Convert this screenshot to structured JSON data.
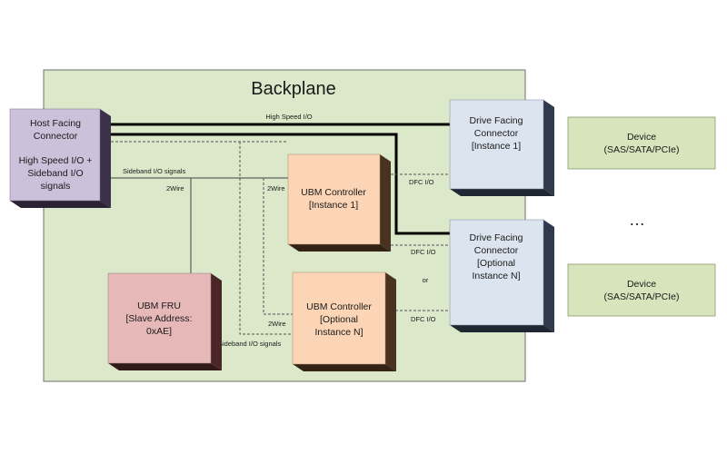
{
  "backplane": {
    "title": "Backplane"
  },
  "host_connector": {
    "lines": [
      "Host Facing",
      "Connector",
      "",
      "High Speed I/O +",
      "Sideband I/O",
      "signals"
    ]
  },
  "drive_connector_1": {
    "lines": [
      "Drive Facing",
      "Connector",
      "[Instance 1]"
    ]
  },
  "drive_connector_n": {
    "lines": [
      "Drive Facing",
      "Connector",
      "[Optional",
      "Instance N]"
    ]
  },
  "ubm_controller_1": {
    "lines": [
      "UBM Controller",
      "[Instance 1]"
    ]
  },
  "ubm_controller_n": {
    "lines": [
      "UBM Controller",
      "[Optional",
      "Instance N]"
    ]
  },
  "ubm_fru": {
    "lines": [
      "UBM FRU",
      "[Slave Address:",
      "0xAE]"
    ]
  },
  "device_1": {
    "lines": [
      "Device",
      "(SAS/SATA/PCIe)"
    ]
  },
  "device_n": {
    "lines": [
      "Device",
      "(SAS/SATA/PCIe)"
    ]
  },
  "ellipsis": "…",
  "labels": {
    "high_speed_io": "High Speed I/O",
    "sideband_top": "Sideband I/O signals",
    "sideband_bottom": "Sideband I/O signals",
    "two_wire_fru": "2Wire",
    "two_wire_ctrl1": "2Wire",
    "two_wire_ctrln": "2Wire",
    "dfc_io_1": "DFC I/O",
    "dfc_io_2": "DFC I/O",
    "dfc_io_3": "DFC I/O",
    "or": "or"
  },
  "colors": {
    "backplane_fill": "#dbe8c9",
    "host_fill": "#ccc0da",
    "drive_fill": "#dce4ef",
    "ubm_fill": "#fbd5b5",
    "fru_fill": "#e6b9b8",
    "device_fill": "#d8e4bc"
  }
}
